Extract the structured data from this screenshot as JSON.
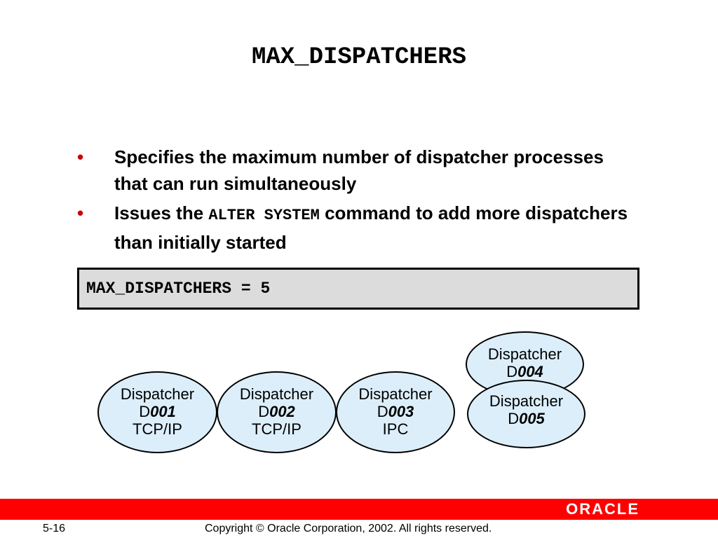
{
  "slide": {
    "title": "MAX_DISPATCHERS",
    "bullets": [
      {
        "text": "Specifies the maximum number of dispatcher processes that can run simultaneously"
      },
      {
        "pre": "Issues the ",
        "code": "ALTER SYSTEM",
        "post": " command to add more dispatchers than initially started"
      }
    ],
    "bullet_symbol": "•",
    "code_block": "MAX_DISPATCHERS = 5",
    "dispatchers": [
      {
        "name": "Dispatcher",
        "prefix": "D",
        "id": "001",
        "protocol": "TCP/IP"
      },
      {
        "name": "Dispatcher",
        "prefix": "D",
        "id": "002",
        "protocol": "TCP/IP"
      },
      {
        "name": "Dispatcher",
        "prefix": "D",
        "id": "003",
        "protocol": "IPC"
      },
      {
        "name": "Dispatcher",
        "prefix": "D",
        "id": "004"
      },
      {
        "name": "Dispatcher",
        "prefix": "D",
        "id": "005"
      }
    ]
  },
  "footer": {
    "logo": "ORACLE",
    "page_number": "5-16",
    "copyright": "Copyright © Oracle Corporation, 2002. All rights reserved."
  },
  "colors": {
    "footer_bar": "#ff0000",
    "bullet": "#cc0000",
    "dispatcher_fill": "#dceefa",
    "code_box_fill": "#dcdcdc"
  }
}
